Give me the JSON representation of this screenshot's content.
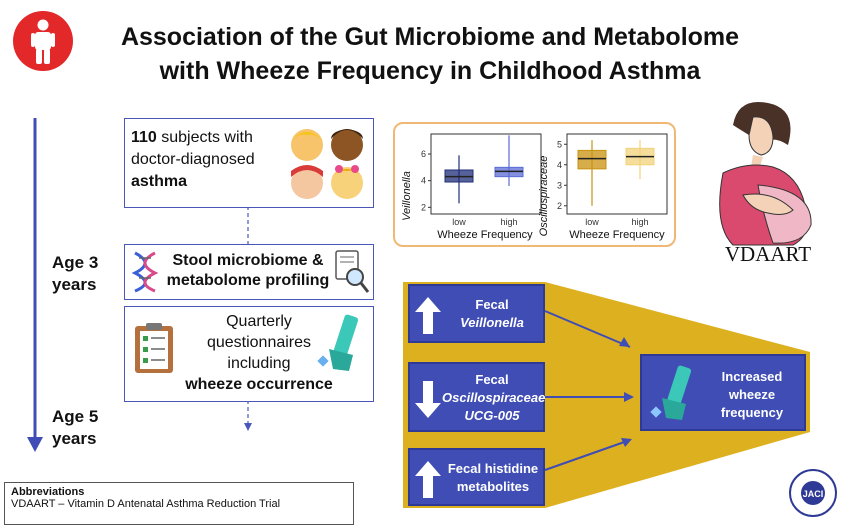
{
  "title_line1": "Association of the Gut Microbiome and Metabolome",
  "title_line2": "with Wheeze Frequency in Childhood Asthma",
  "subjects": {
    "count": "110",
    "text1": " subjects with",
    "text2": "doctor-diagnosed",
    "text3": "asthma"
  },
  "age3": {
    "line1": "Age 3",
    "line2": "years"
  },
  "age5": {
    "line1": "Age 5",
    "line2": "years"
  },
  "stool": {
    "line1": "Stool microbiome &",
    "line2": "metabolome profiling"
  },
  "questionnaire": {
    "line1": "Quarterly",
    "line2": "questionnaires",
    "line3": "including",
    "line4": "wheeze occurrence"
  },
  "vdaart_label": "VDAART",
  "abbreviations": {
    "heading": "Abbreviations",
    "text": "VDAART – Vitamin D Antenatal Asthma Reduction Trial"
  },
  "findings": {
    "f1": {
      "line1": "Fecal",
      "line2": "Veillonella"
    },
    "f2": {
      "line1": "Fecal",
      "line2": "Oscillospiraceae",
      "line3": "UCG-005"
    },
    "f3": {
      "line1": "Fecal histidine",
      "line2": "metabolites"
    },
    "outcome": {
      "line1": "Increased",
      "line2": "wheeze",
      "line3": "frequency"
    }
  },
  "jaci_label": "JACI",
  "chart_data": [
    {
      "type": "boxplot",
      "ylabel": "Veillonella",
      "xlabel": "Wheeze Frequency",
      "categories": [
        "low",
        "high"
      ],
      "yticks": [
        2,
        4,
        6
      ],
      "ylim": [
        1.5,
        7.5
      ],
      "boxes": [
        {
          "category": "low",
          "q1": 3.9,
          "median": 4.3,
          "q3": 4.8,
          "min": 2.3,
          "max": 5.9
        },
        {
          "category": "high",
          "q1": 4.3,
          "median": 4.7,
          "q3": 5.0,
          "min": 3.6,
          "max": 7.4
        }
      ],
      "colors": {
        "low": "#1f2d78",
        "high": "#5b6cd6"
      }
    },
    {
      "type": "boxplot",
      "ylabel": "Oscillospiraceae",
      "xlabel": "Wheeze Frequency",
      "categories": [
        "low",
        "high"
      ],
      "yticks": [
        2,
        3,
        4,
        5
      ],
      "ylim": [
        1.6,
        5.5
      ],
      "boxes": [
        {
          "category": "low",
          "q1": 3.8,
          "median": 4.3,
          "q3": 4.7,
          "min": 2.0,
          "max": 5.2
        },
        {
          "category": "high",
          "q1": 4.0,
          "median": 4.4,
          "q3": 4.8,
          "min": 3.3,
          "max": 5.2
        }
      ],
      "colors": {
        "low": "#c99210",
        "high": "#f2d27a"
      }
    }
  ]
}
